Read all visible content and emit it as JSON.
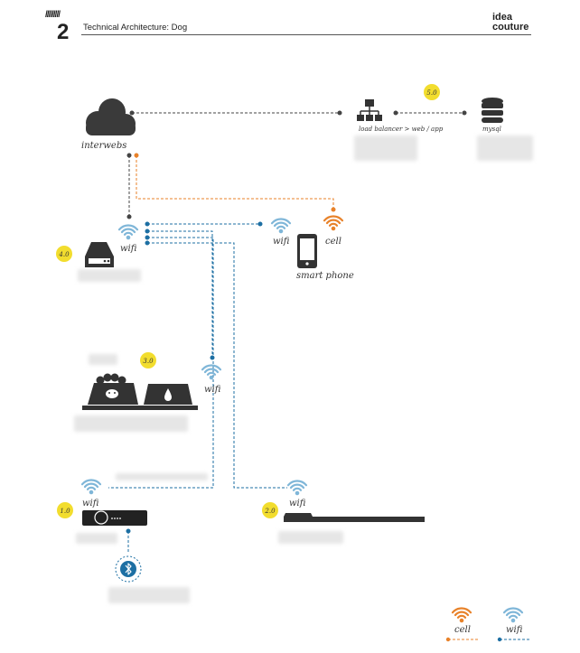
{
  "header": {
    "slashes": "/////////",
    "page_number": "2",
    "title": "Technical Architecture: Dog",
    "brand_line1": "idea",
    "brand_line2": "couture"
  },
  "nodes": {
    "interwebs": "interwebs",
    "load_balancer": "load balancer > web / app",
    "mysql": "mysql",
    "router_wifi": "wifi",
    "phone_wifi": "wifi",
    "phone_cell": "cell",
    "smart_phone": "smart phone",
    "bowls_wifi": "wifi",
    "collar_wifi": "wifi",
    "mat_wifi": "wifi"
  },
  "badges": {
    "b1": "1.0",
    "b2": "2.0",
    "b3": "3.0",
    "b4": "4.0",
    "b5": "5.0"
  },
  "legend": {
    "cell": "cell",
    "wifi": "wifi"
  },
  "colors": {
    "wifi_blue": "#1d6fa3",
    "wifi_icon": "#7fb6d8",
    "cell_orange": "#e8822a",
    "badge_yellow": "#f2dd2e",
    "icon_dark": "#333333",
    "line_gray": "#444444"
  }
}
